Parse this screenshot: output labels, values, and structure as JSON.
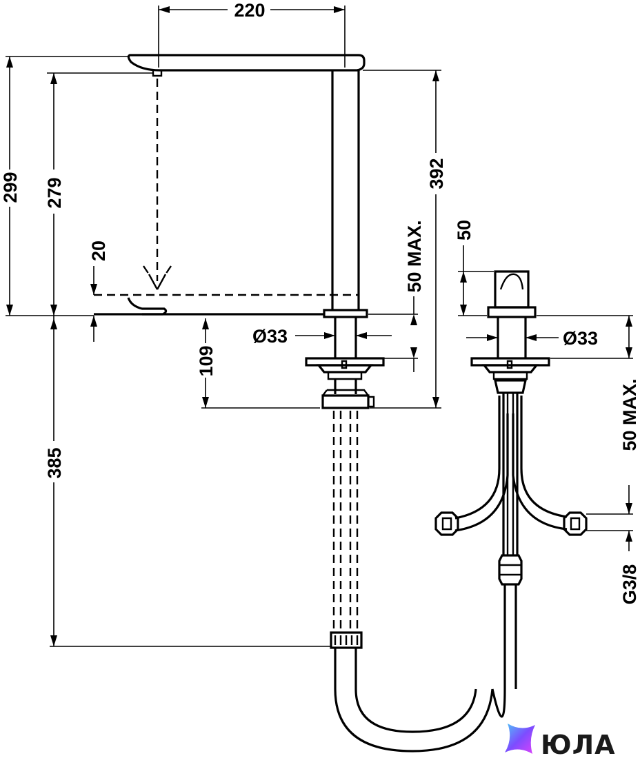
{
  "dimensions": {
    "spout_reach": "220",
    "total_height": "299",
    "spout_height": "279",
    "aerator_height": "20",
    "overall_height": "392",
    "deck_max_left": "50 MAX.",
    "deck_max_right": "50 MAX.",
    "diameter_left": "Ø33",
    "diameter_right": "Ø33",
    "shank_length": "109",
    "hose_length": "385",
    "handle_height": "50",
    "thread": "G3/8"
  },
  "brand": {
    "name": "ЮЛА",
    "colors": [
      "#4fc3f7",
      "#7c4dff",
      "#e040fb"
    ]
  }
}
